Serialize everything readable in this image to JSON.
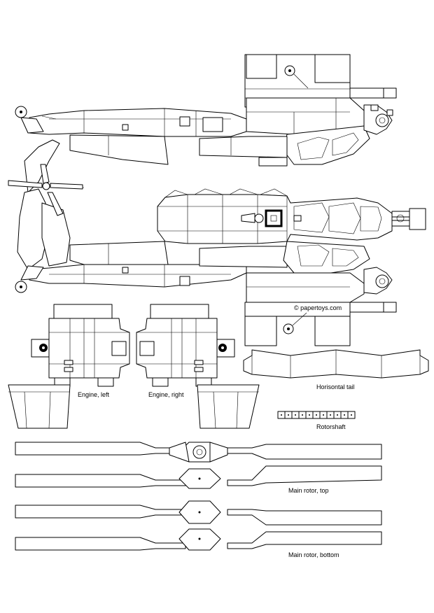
{
  "credit": "© papertoys.com",
  "labels": {
    "engine_left": "Engine, left",
    "engine_right": "Engine, right",
    "horizontal_tail": "Horisontal tail",
    "rotorshaft": "Rotorshaft",
    "main_rotor_top": "Main rotor, top",
    "main_rotor_bottom": "Main rotor, bottom"
  },
  "rotorshaft_segments": 11,
  "colors": {
    "line": "#000000",
    "paper": "#ffffff"
  }
}
